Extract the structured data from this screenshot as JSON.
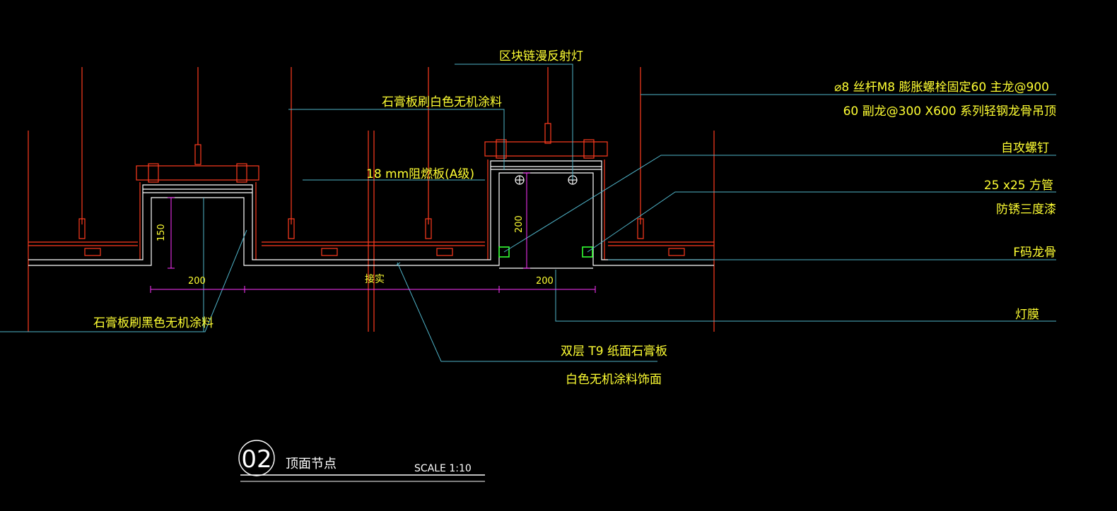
{
  "labels": {
    "top_center": "区块链漫反射灯",
    "right_1a": "⌀8 丝杆M8 膨胀螺栓固定60 主龙@900",
    "right_1b": "60 副龙@300 X600 系列轻钢龙骨吊顶",
    "gypsum_white": "石膏板刷白色无机涂料",
    "self_tap": "自攻螺钉",
    "fireproof": "18 mm阻燃板(A级)",
    "tube": "25 x25 方管",
    "antirust": "防锈三度漆",
    "f_keel": "F码龙骨",
    "light_film": "灯膜",
    "gypsum_black": "石膏板刷黑色无机涂料",
    "double_layer_a": "双层 T9 纸面石膏板",
    "double_layer_b": "白色无机涂料饰面",
    "joint": "接实"
  },
  "dimensions": {
    "dim_150": "150",
    "dim_200_left": "200",
    "dim_200_vertical": "200",
    "dim_200_right": "200"
  },
  "title_block": {
    "number": "02",
    "title": "顶面节点",
    "scale": "SCALE 1:10"
  },
  "colors": {
    "background": "#000000",
    "structure": "#ff3b1f",
    "outline": "#ffffff",
    "leader": "#4fb3c8",
    "text": "#ffff33",
    "dimension": "#ff33ff",
    "highlight": "#33ff33"
  }
}
